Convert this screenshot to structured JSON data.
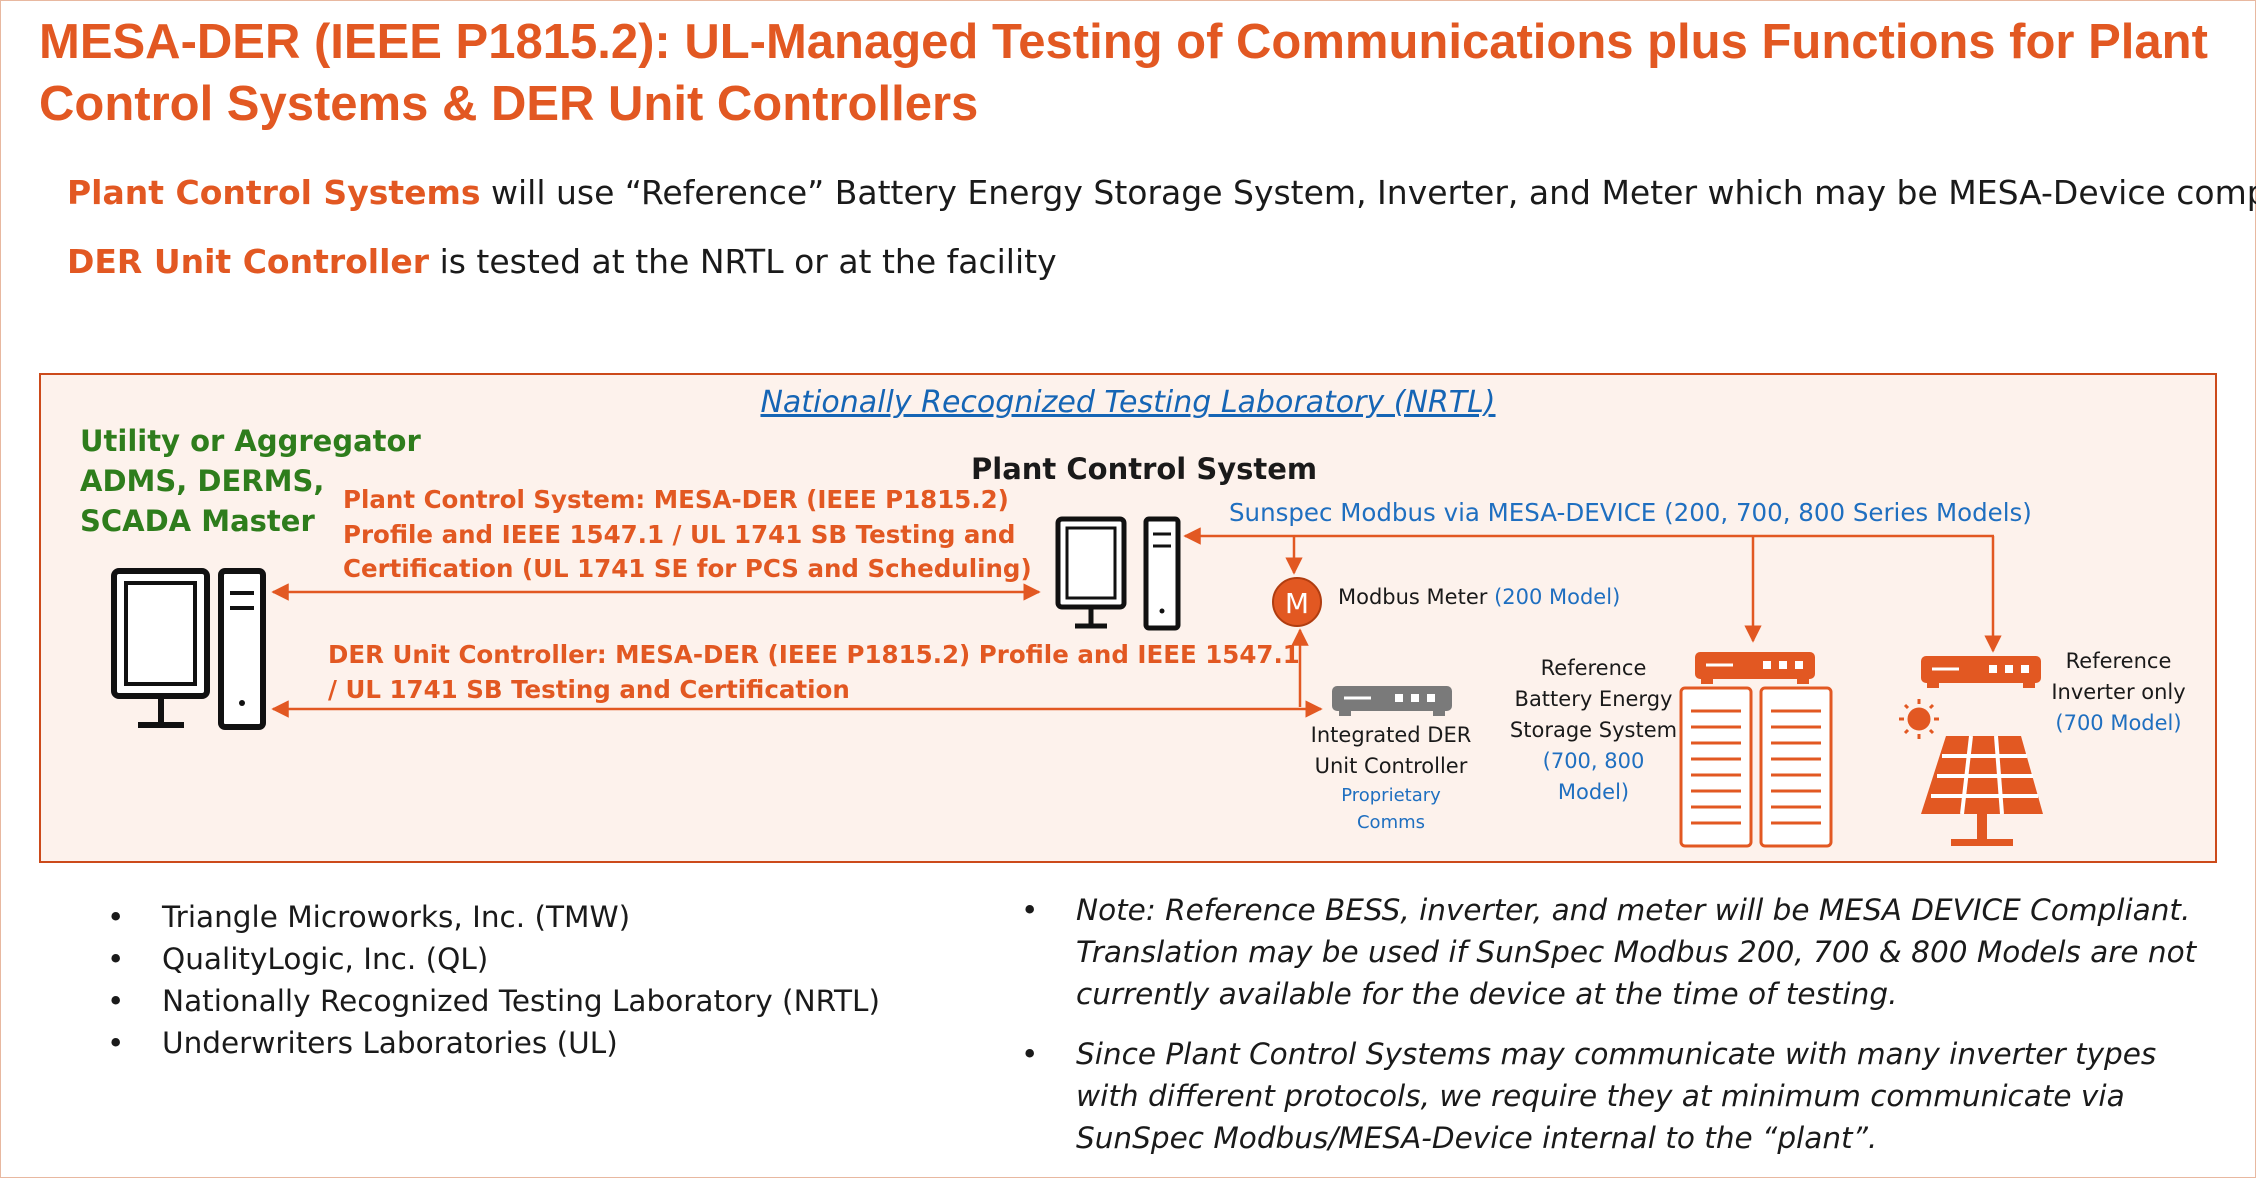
{
  "title": "MESA-DER (IEEE P1815.2): UL-Managed Testing of Communications plus Functions for Plant Control Systems & DER Unit Controllers",
  "intro": {
    "line1_bold": "Plant Control Systems",
    "line1_text": " will use “Reference” Battery Energy Storage System, Inverter, and Meter which may be MESA-Device compliant",
    "line2_bold": "DER Unit Controller",
    "line2_text": " is tested at the NRTL or at the facility"
  },
  "diagram": {
    "nrtl_title": "Nationally Recognized Testing Laboratory (NRTL)",
    "utility": [
      "Utility or Aggregator",
      "ADMS, DERMS,",
      "SCADA Master"
    ],
    "pcs_link": [
      "Plant Control System: MESA-DER (IEEE P1815.2)",
      "Profile and IEEE 1547.1 / UL 1741 SB Testing and",
      "Certification (UL 1741 SE for PCS and Scheduling)"
    ],
    "der_link": [
      "DER Unit Controller: MESA-DER (IEEE P1815.2) Profile and IEEE 1547.1",
      "/ UL 1741 SB Testing and Certification"
    ],
    "pcs_title": "Plant Control System",
    "sunspec": "Sunspec Modbus via MESA-DEVICE (200, 700, 800 Series Models)",
    "meter_symbol": "M",
    "meter_label": "Modbus Meter ",
    "meter_model": "(200 Model)",
    "der_unit": [
      "Integrated DER",
      "Unit Controller"
    ],
    "der_unit_sub": [
      "Proprietary",
      "Comms"
    ],
    "bess": [
      "Reference",
      "Battery Energy",
      "Storage System"
    ],
    "bess_model": [
      "(700, 800",
      "Model)"
    ],
    "inverter": [
      "Reference",
      "Inverter only"
    ],
    "inverter_model": "(700 Model)",
    "colors": {
      "accent": "#e25822",
      "green": "#2e7d1c",
      "blue": "#1f6fc0",
      "box_bg": "#fdf2ec"
    }
  },
  "left_bullets": [
    "Triangle Microworks, Inc. (TMW)",
    "QualityLogic, Inc. (QL)",
    "Nationally Recognized Testing Laboratory (NRTL)",
    "Underwriters Laboratories (UL)"
  ],
  "right_bullets": [
    "Note: Reference BESS, inverter, and meter will be MESA DEVICE Compliant. Translation may be used if SunSpec Modbus 200, 700 & 800 Models are not currently available for the device at the time of testing.",
    "Since Plant Control Systems may communicate with many inverter types with different protocols, we require they at minimum communicate via SunSpec Modbus/MESA-Device internal to the “plant”."
  ]
}
